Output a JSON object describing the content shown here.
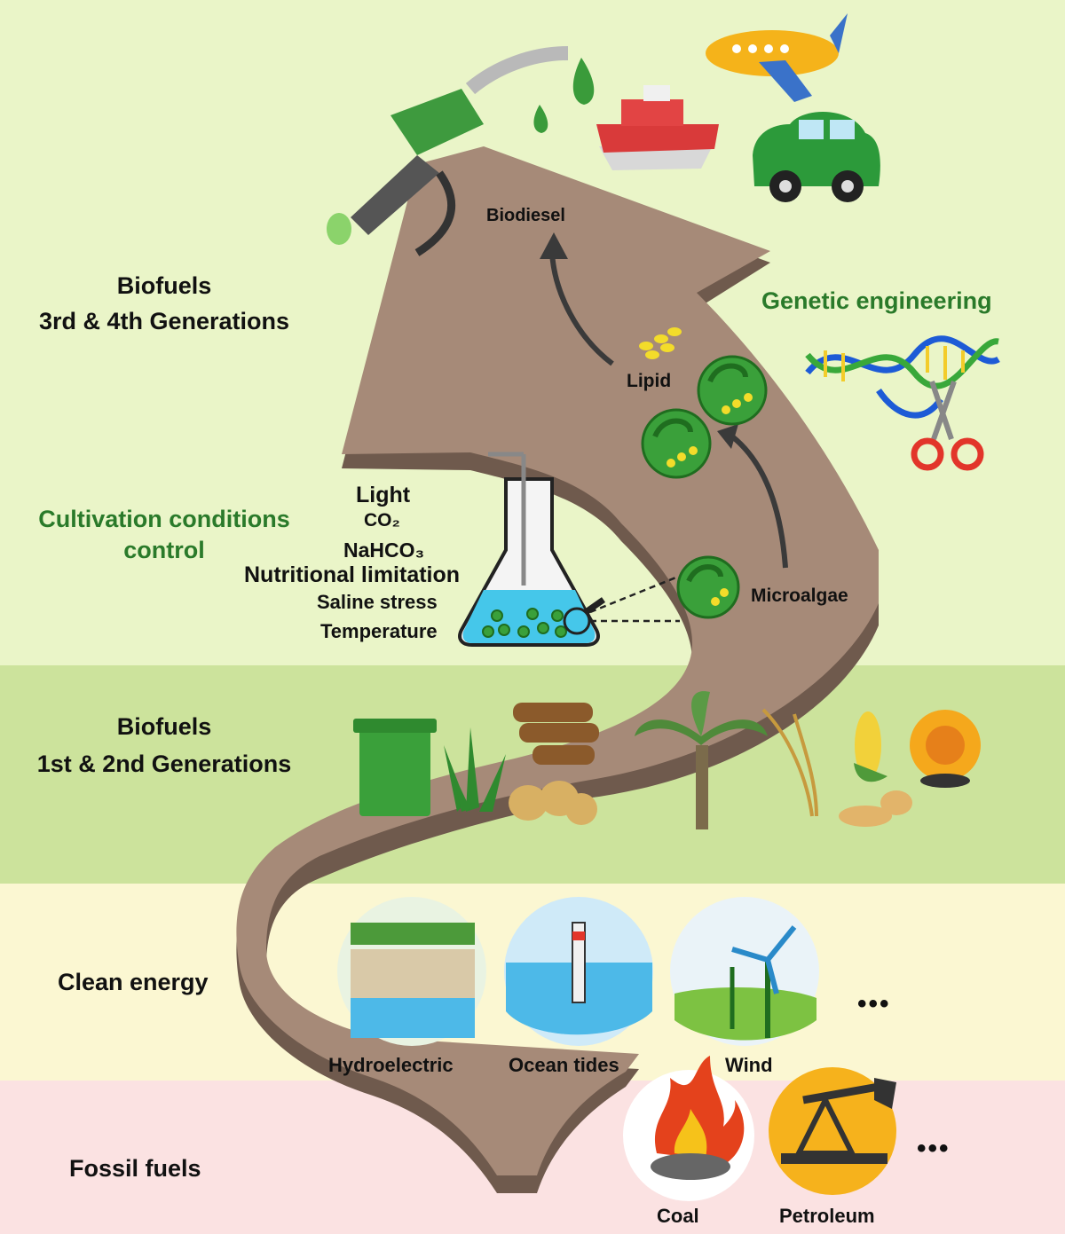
{
  "colors": {
    "band_top": "#eaf5c8",
    "band_green": "#cce39c",
    "band_yellow": "#fbf7d2",
    "band_pink": "#fbe2e2",
    "road": "#a68a78",
    "road_edge": "#6f5a4d",
    "accent_green": "#2a7a2a"
  },
  "sections": {
    "gen34": {
      "line1": "Biofuels",
      "line2": "3rd & 4th Generations"
    },
    "gen12": {
      "line1": "Biofuels",
      "line2": "1st & 2nd Generations"
    },
    "clean": "Clean energy",
    "fossil": "Fossil fuels"
  },
  "topics": {
    "genetic": "Genetic engineering",
    "cultivation": {
      "line1": "Cultivation conditions",
      "line2": "control"
    }
  },
  "conditions": {
    "light": "Light",
    "co2": "CO₂",
    "nahco3": "NaHCO₃",
    "nutrition": "Nutritional limitation",
    "saline": "Saline stress",
    "temperature": "Temperature"
  },
  "flow": {
    "biodiesel": "Biodiesel",
    "lipid": "Lipid",
    "microalgae": "Microalgae"
  },
  "clean_items": {
    "hydro": "Hydroelectric",
    "tides": "Ocean tides",
    "wind": "Wind",
    "more": "•••"
  },
  "fossil_items": {
    "coal": "Coal",
    "petroleum": "Petroleum",
    "more": "•••"
  }
}
